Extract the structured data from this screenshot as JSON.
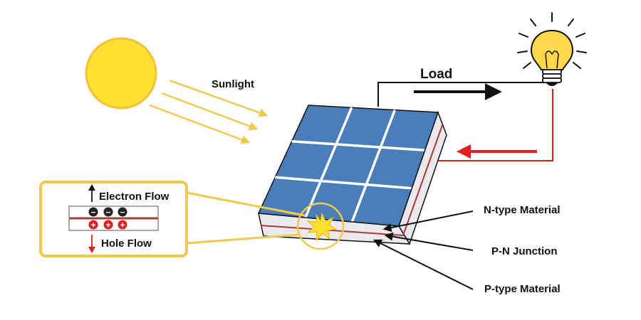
{
  "labels": {
    "sunlight": "Sunlight",
    "load": "Load",
    "electron_flow": "Electron Flow",
    "hole_flow": "Hole Flow",
    "n_type": "N-type Material",
    "pn_junction": "P-N Junction",
    "p_type": "P-type Material"
  },
  "symbols": {
    "electron": "−",
    "hole": "+"
  },
  "colors": {
    "sun_fill": "#FFE033",
    "sun_edge": "#F2C23A",
    "ray": "#F2C94C",
    "panel_cell": "#4A7EBB",
    "panel_grid": "#FFFFFF",
    "panel_side": "#E9E9EE",
    "junction_line": "#B03A2E",
    "wire_negative": "#111111",
    "wire_positive": "#E02020",
    "callout_border": "#F2C94C",
    "electron_fill": "#222222",
    "hole_fill": "#E02020",
    "spark": "#FFE033"
  },
  "icons": [
    "sun-icon",
    "light-bulb-icon",
    "spark-icon"
  ]
}
